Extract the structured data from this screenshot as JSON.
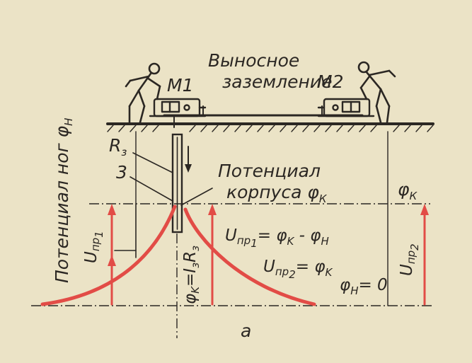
{
  "labels": {
    "remote_ground_line1": "Выносное",
    "remote_ground_line2": "заземление",
    "m1": "M1",
    "m2": "M2",
    "leg_potential": "Потенциал ног φ",
    "leg_potential_sub": "Н",
    "rz": "R",
    "rz_sub": "з",
    "electrode_num": "3",
    "case_potential_line1": "Потенциал",
    "case_potential_line2": "корпуса φ",
    "case_potential_sub": "К",
    "phi_k_right": "φ",
    "phi_k_right_sub": "К",
    "u_pr1_left": "U",
    "u_pr1_left_sub": "пр",
    "u_pr1_left_idx": "1",
    "formula_phi_k": "φ",
    "formula_phi_k_sub": "K",
    "formula_phi_k_rest": "=I",
    "formula_phi_k_sub2": "з",
    "formula_phi_k_r": "R",
    "formula_phi_k_sub3": "з",
    "eq1_lhs": "U",
    "eq1_lhs_sub": "пр",
    "eq1_lhs_idx": "1",
    "eq1_rhs": "= φ",
    "eq1_rhs_sub1": "K",
    "eq1_rhs_mid": " - φ",
    "eq1_rhs_sub2": "H",
    "eq2_lhs": "U",
    "eq2_lhs_sub": "пр",
    "eq2_lhs_idx": "2",
    "eq2_rhs": "= φ",
    "eq2_rhs_sub": "K",
    "eq3": "φ",
    "eq3_sub": "H",
    "eq3_rhs": "= 0",
    "u_pr2_right": "U",
    "u_pr2_right_sub": "пр",
    "u_pr2_right_idx": "2",
    "figure_label": "a"
  },
  "colors": {
    "background": "#ebe3c6",
    "ink": "#2b2723",
    "red": "#e24c46"
  }
}
